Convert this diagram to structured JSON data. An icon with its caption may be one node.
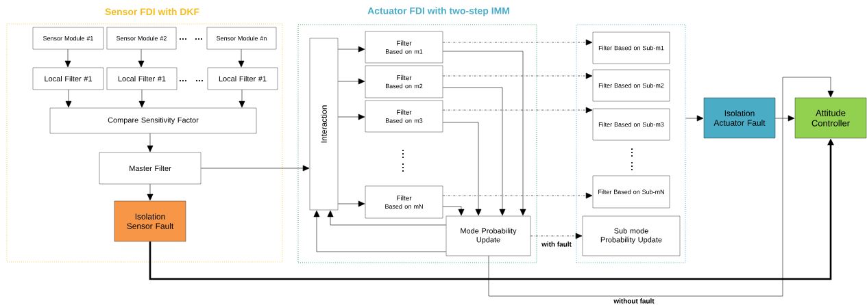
{
  "diagram": {
    "nodes": [
      {
        "text": [
          "Sensor FDI with DKF"
        ]
      },
      {
        "text": [
          "Sensor Module #1"
        ],
        "in": 0
      },
      {
        "text": [
          "Sensor Module #2"
        ],
        "in": 0
      },
      {
        "text": [
          "Sensor Module #n"
        ],
        "in": 0
      },
      {
        "text": [
          "Local Filter #1"
        ],
        "in": 0
      },
      {
        "text": [
          "Local Filter #1"
        ],
        "in": 0
      },
      {
        "text": [
          "Local Filter #1"
        ],
        "in": 0
      },
      {
        "text": [
          "Compare Sensitivity Factor"
        ],
        "in": 0
      },
      {
        "text": [
          "Master Filter"
        ],
        "in": 0
      },
      {
        "text": [
          "Isolation Sensor Fault"
        ],
        "in": 0
      },
      {
        "text": [],
        "shape": "box"
      },
      {
        "text": [
          "Interaction"
        ],
        "in": 10
      },
      {
        "text": [
          "Filter",
          "Based on m1"
        ],
        "in": 10
      },
      {
        "text": [
          "Filter",
          "Based on m2"
        ],
        "in": 10
      },
      {
        "text": [
          "Filter",
          "Based on m3"
        ],
        "in": 10
      },
      {
        "text": [
          "Filter",
          "Based on mN"
        ],
        "in": 10
      },
      {
        "text": [
          "Mode Probability Update"
        ],
        "in": 10
      },
      {
        "text": [],
        "shape": "box"
      },
      {
        "text": [
          "Filter Based on Sub-m1"
        ],
        "in": 17
      },
      {
        "text": [
          "Filter Based on Sub-m2"
        ],
        "in": 17
      },
      {
        "text": [
          "Filter Based on Sub-m3"
        ],
        "in": 17
      },
      {
        "text": [
          "Filter Based on Sub-mN"
        ],
        "in": 17
      },
      {
        "text": [
          "Sub mode Probability Update"
        ],
        "in": 17
      },
      {
        "text": [
          "Isolation Actuator Fault"
        ]
      },
      {
        "text": [
          "Attitude Controller"
        ]
      }
    ],
    "edges": [
      {
        "from": 1,
        "to": 4,
        "arrow": "to"
      },
      {
        "from": 2,
        "to": 5,
        "arrow": "to"
      },
      {
        "from": 3,
        "to": 6,
        "arrow": "to"
      },
      {
        "from": 4,
        "to": 7,
        "arrow": "to"
      },
      {
        "from": 5,
        "to": 7,
        "arrow": "to"
      },
      {
        "from": 6,
        "to": 7,
        "arrow": "to"
      },
      {
        "from": 7,
        "to": 8,
        "arrow": "to"
      },
      {
        "from": 8,
        "to": 9,
        "arrow": "to"
      },
      {
        "from": 8,
        "to": 11,
        "arrow": "to"
      },
      {
        "from": 11,
        "to": 12,
        "arrow": "to"
      },
      {
        "from": 11,
        "to": 13,
        "arrow": "to"
      },
      {
        "from": 11,
        "to": 14,
        "arrow": "to"
      },
      {
        "from": 11,
        "to": 15,
        "arrow": "to"
      },
      {
        "from": 12,
        "to": 16,
        "arrow": "to"
      },
      {
        "from": 13,
        "to": 16,
        "arrow": "to"
      },
      {
        "from": 14,
        "to": 16,
        "arrow": "to"
      },
      {
        "from": 15,
        "to": 16,
        "arrow": "to"
      },
      {
        "from": 16,
        "to": 11,
        "arrow": "to"
      },
      {
        "from": 16,
        "to": 11,
        "arrow": "to"
      },
      {
        "from": 12,
        "to": 18,
        "arrow": "to",
        "style": "dashed"
      },
      {
        "from": 13,
        "to": 19,
        "arrow": "to",
        "style": "dashed"
      },
      {
        "from": 14,
        "to": 20,
        "arrow": "to",
        "style": "dashed"
      },
      {
        "from": 15,
        "to": 21,
        "arrow": "to",
        "style": "dashed"
      },
      {
        "from": 16,
        "to": 22,
        "arrow": "to",
        "style": "dashed",
        "label": "with fault"
      },
      {
        "from": 17,
        "to": 23,
        "arrow": "to"
      },
      {
        "from": 23,
        "to": 24,
        "arrow": "to"
      },
      {
        "from": 9,
        "to": 24,
        "arrow": "to",
        "style": "thick"
      },
      {
        "from": 16,
        "to": 24,
        "arrow": "to",
        "label": "without fault"
      }
    ],
    "labels": [
      "Actuator FDI with two-step IMM"
    ]
  }
}
